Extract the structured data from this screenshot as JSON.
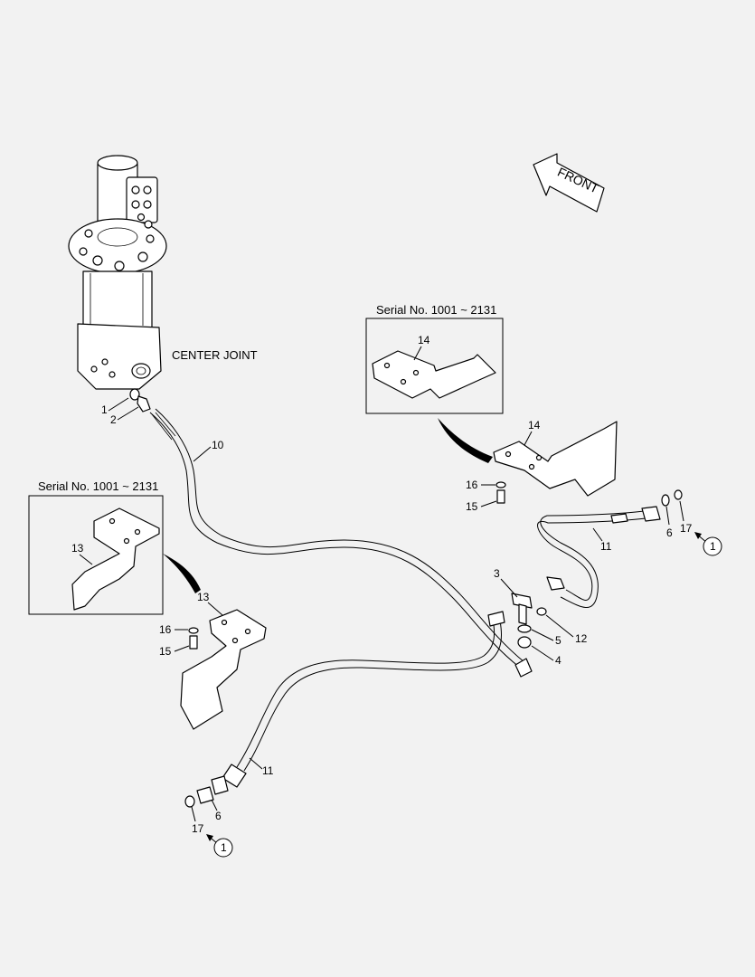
{
  "labels": {
    "center_joint": "CENTER JOINT",
    "front": "FRONT",
    "serial_right": "Serial No. 1001 ~ 2131",
    "serial_left": "Serial No. 1001 ~ 2131"
  },
  "callouts": {
    "c1_top": "1",
    "c2_top": "2",
    "c10": "10",
    "c14_box": "14",
    "c14": "14",
    "c16_right": "16",
    "c15_right": "15",
    "c6_right": "6",
    "c17_right": "17",
    "c1_right": "1",
    "c11_right": "11",
    "c3": "3",
    "c12": "12",
    "c5": "5",
    "c4": "4",
    "c13_box": "13",
    "c13": "13",
    "c16_left": "16",
    "c15_left": "15",
    "c11_left": "11",
    "c6_left": "6",
    "c17_left": "17",
    "c1_left": "1"
  }
}
